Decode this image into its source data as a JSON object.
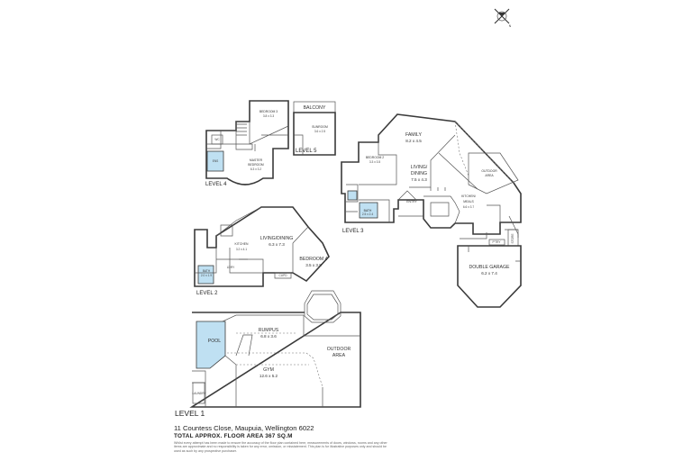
{
  "compass": {
    "north_label": "N",
    "icon": "compass-rose-icon"
  },
  "levels": {
    "level1": "LEVEL 1",
    "level2": "LEVEL 2",
    "level3": "LEVEL 3",
    "level4": "LEVEL 4",
    "level5": "LEVEL 5"
  },
  "rooms": {
    "family": {
      "name": "FAMILY",
      "dims": "8.2 x 4.5"
    },
    "bedroom2": {
      "name": "BEDROOM 2",
      "dims": "3.3 x 3.5"
    },
    "living_dining_l3": {
      "name_1": "LIVING/",
      "name_2": "DINING",
      "dims": "7.5 x 4.3"
    },
    "outdoor_area_l3": {
      "name_1": "OUTDOOR",
      "name_2": "AREA"
    },
    "entry": {
      "name": "ENTRY"
    },
    "kitchen_meals": {
      "name_1": "KITCHEN/",
      "name_2": "MEALS",
      "dims": "6.6 x 3.7"
    },
    "store": {
      "name": "STORE"
    },
    "pantry": {
      "name": "P'TRY"
    },
    "double_garage": {
      "name": "DOUBLE GARAGE",
      "dims": "6.2 x 7.4"
    },
    "bedroom3": {
      "name": "BEDROOM 3",
      "dims": "3.8 x 3.3"
    },
    "balcony": {
      "name": "BALCONY"
    },
    "sunroom": {
      "name": "SUNROOM",
      "dims": "3.6 x 2.5"
    },
    "master_bedroom": {
      "name_1": "MASTER",
      "name_2": "BEDROOM",
      "dims": "6.3 x 3.2"
    },
    "wc": {
      "name": "WC"
    },
    "ensuite": {
      "name": "ENS"
    },
    "kitchen_l2": {
      "name": "KITCHEN",
      "dims": "3.2 x 4.1"
    },
    "living_dining_l2": {
      "name": "LIVING/DINING",
      "dims": "6.3 x 7.3"
    },
    "bedroom4": {
      "name": "BEDROOM 4",
      "dims": "3.5 x 3.8"
    },
    "bath_l2": {
      "name": "BATH",
      "dims": "2.0 x 1.9"
    },
    "bath_l3": {
      "name": "BATH",
      "dims": "2.5 x 2.4"
    },
    "laundry": {
      "name": "LDRY"
    },
    "cupboard": {
      "name": "CUPD"
    },
    "rumpus": {
      "name": "RUMPUS",
      "dims": "6.8 x 3.6"
    },
    "pool": {
      "name": "POOL"
    },
    "gym": {
      "name": "GYM",
      "dims": "12.6 x 5.2"
    },
    "outdoor_area_l1": {
      "name_1": "OUTDOOR",
      "name_2": "AREA"
    },
    "laundry_l1": {
      "name": "LAUNDRY"
    }
  },
  "footer": {
    "address": "11 Countess Close, Maupuia, Wellington 6022",
    "total": "TOTAL APPROX. FLOOR AREA 367 SQ.M",
    "disclaimer": "Whilst every attempt has been made to ensure the accuracy of the floor plan contained here, measurements of doors, windows, rooms and any other items are approximate and no responsibility is taken for any error, omission, or misstatement. This plan is for illustrative purposes only and should be used as such by any prospective purchaser."
  }
}
